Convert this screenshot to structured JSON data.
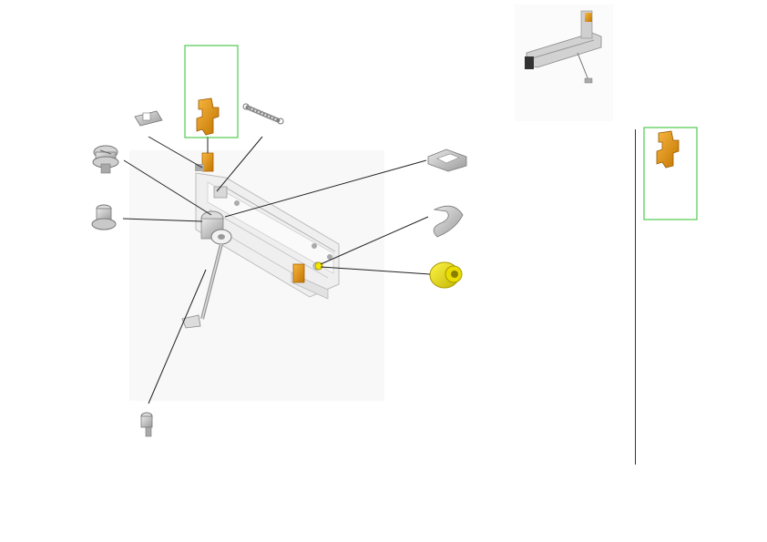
{
  "colors": {
    "highlight_box": "#4fca4f",
    "part_gray": "#bfbfbf",
    "part_gray_dark": "#8e8e8e",
    "part_gray_light": "#e6e6e6",
    "part_orange": "#f0a020",
    "part_orange_dark": "#b86e00",
    "part_yellow": "#f5e800",
    "part_yellow_dark": "#b8aa00",
    "leader_line": "#222222",
    "sidebar_rule": "#333333"
  },
  "parts": [
    {
      "name": "wire-clamp",
      "color": "gray"
    },
    {
      "name": "tension-spring",
      "color": "gray"
    },
    {
      "name": "orange-sensor-bracket",
      "color": "orange",
      "highlighted": true
    },
    {
      "name": "flange-screw",
      "color": "gray"
    },
    {
      "name": "cylinder-pin",
      "color": "gray"
    },
    {
      "name": "cable-guide",
      "color": "gray"
    },
    {
      "name": "hook-clip",
      "color": "gray"
    },
    {
      "name": "yellow-bushing",
      "color": "yellow"
    },
    {
      "name": "short-bolt",
      "color": "gray"
    },
    {
      "name": "slide-rail-assembly",
      "color": "gray"
    }
  ]
}
